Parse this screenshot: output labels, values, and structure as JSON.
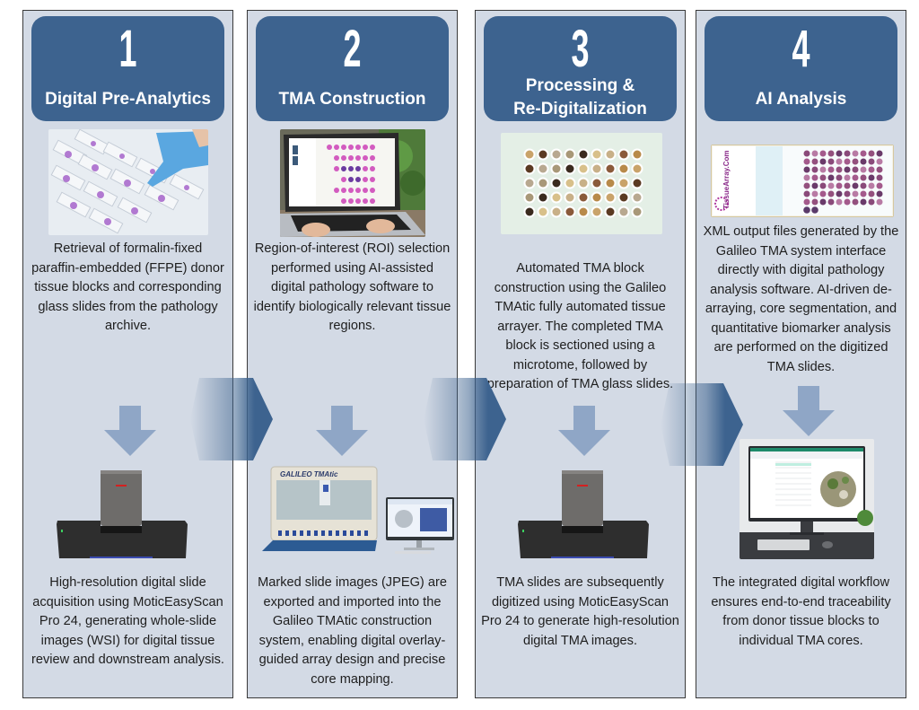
{
  "colors": {
    "panel_bg": "#d3dae5",
    "header_bg": "#3d638f",
    "arrow": "#8fa6c6",
    "chevron": "#3d638f"
  },
  "steps": [
    {
      "number": "1",
      "title_lines": [
        "Digital Pre-Analytics"
      ],
      "top_image": "slides-tray-gloved-hand-photo",
      "top_text": "Retrieval of formalin-fixed paraffin-embedded (FFPE) donor tissue blocks and corresponding glass slides from the pathology archive.",
      "bottom_image": "slide-scanner-photo",
      "bottom_text": "High-resolution digital slide acquisition using MoticEasyScan Pro 24, generating whole-slide images (WSI) for digital tissue review and downstream analysis."
    },
    {
      "number": "2",
      "title_lines": [
        "TMA Construction"
      ],
      "top_image": "laptop-roi-selection-photo",
      "top_text": "Region-of-interest (ROI) selection performed using AI-assisted digital pathology software to identify biologically relevant tissue regions.",
      "bottom_image": "galileo-tmatic-arrayer-photo",
      "bottom_image_label": "GALILEO TMAtic",
      "bottom_text": "Marked slide images (JPEG) are exported and imported into the Galileo TMAtic construction system, enabling digital overlay-guided array design and precise core mapping."
    },
    {
      "number": "3",
      "title_lines": [
        "Processing &",
        "Re-Digitalization"
      ],
      "top_image": "tma-block-photo",
      "top_text": "Automated TMA block construction using the Galileo TMAtic fully automated tissue arrayer. The completed TMA block is sectioned using a microtome, followed by preparation of TMA glass slides.",
      "bottom_image": "slide-scanner-photo",
      "bottom_text": "TMA slides are subsequently digitized using MoticEasyScan Pro 24 to generate high-resolution digital TMA images."
    },
    {
      "number": "4",
      "title_lines": [
        "AI Analysis"
      ],
      "top_image": "tma-slide-photo",
      "top_image_label": "TissueArray.Com",
      "top_text": "XML output files generated by the Galileo TMA system interface directly with digital pathology analysis software. AI-driven de-arraying, core segmentation, and quantitative biomarker analysis are performed on the digitized TMA slides.",
      "bottom_image": "desktop-monitor-analysis-photo",
      "bottom_text": "The integrated digital workflow ensures end-to-end traceability from donor tissue blocks to individual TMA cores."
    }
  ]
}
